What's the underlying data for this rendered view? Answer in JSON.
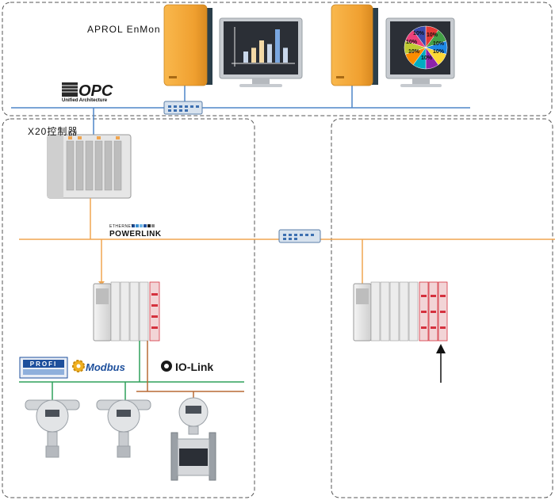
{
  "labels": {
    "aprol": "APROL EnMon",
    "x20": "X20控制器",
    "opc_logo": "OPC",
    "opc_sub": "Unified Architecture",
    "powerlink_top": "ETHERNET",
    "powerlink": "POWERLINK",
    "profi": "PROFI",
    "modbus": "Modbus",
    "iolink": "IO-Link"
  },
  "pie_labels": [
    "10%",
    "10%",
    "10%",
    "10%",
    "10%",
    "10%",
    "10%"
  ],
  "chart_data": {
    "type": "bar",
    "categories": [],
    "values": [
      3,
      4,
      6,
      5,
      9,
      4
    ]
  },
  "pie_data": {
    "type": "pie",
    "values": [
      10,
      10,
      10,
      10,
      10,
      10,
      10,
      10,
      10,
      10
    ]
  },
  "colors": {
    "top_network": "#4e86c8",
    "powerlink_network": "#f0a550",
    "green_bus": "#2ea05a",
    "brown_bus": "#b86a35",
    "server": "#f2a33a",
    "monitor_screen": "#2b2f36",
    "red_module": "#d5313e",
    "dash": "#555555"
  }
}
